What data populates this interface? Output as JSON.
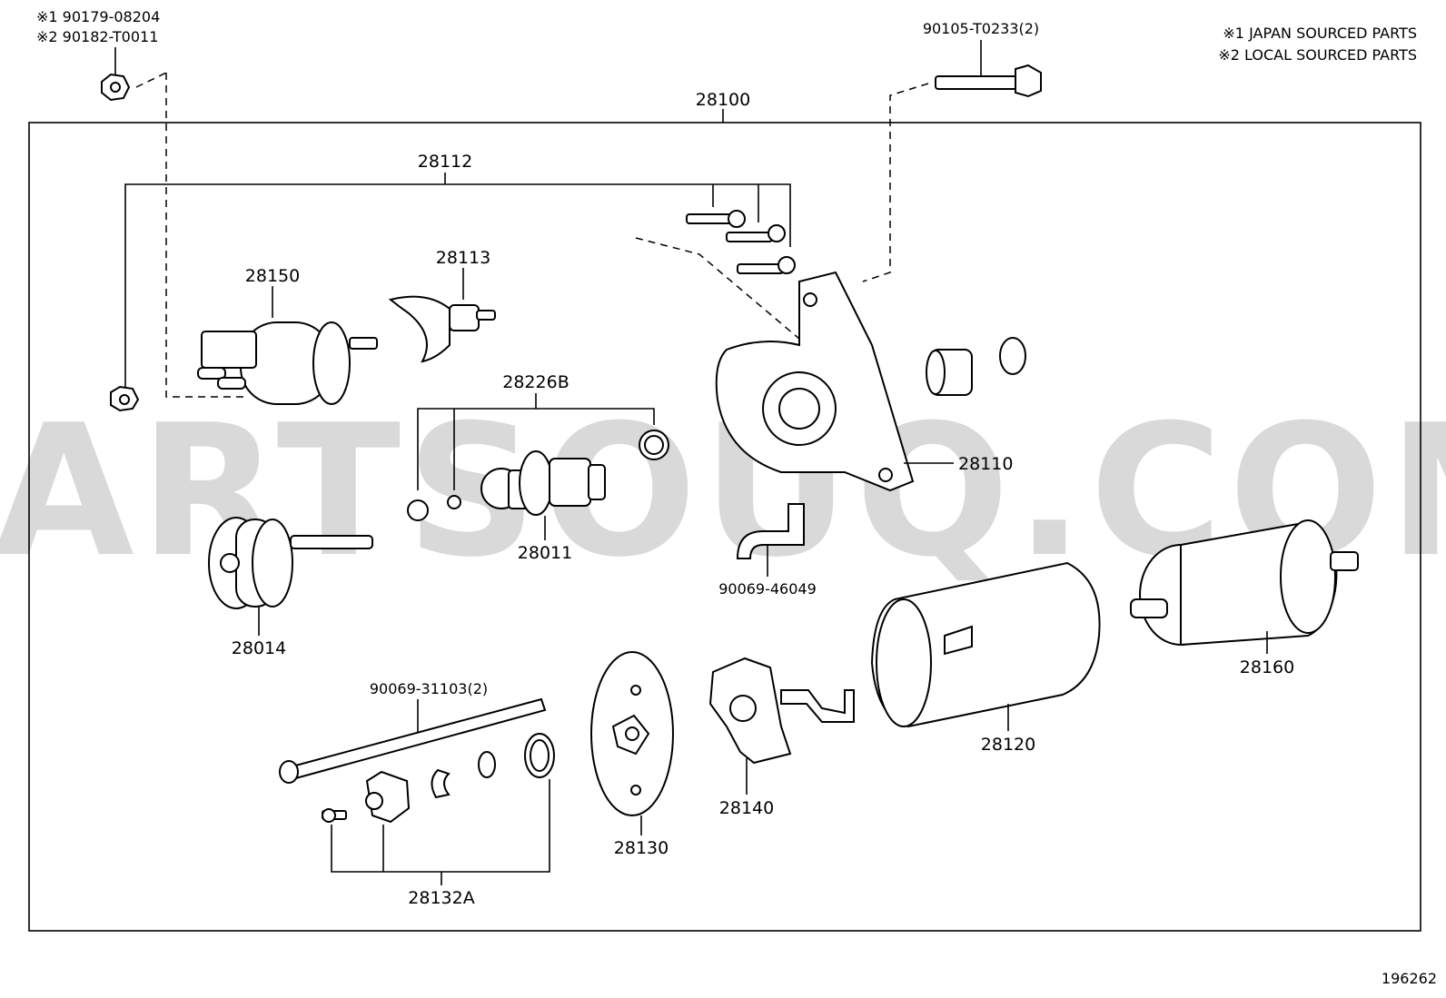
{
  "watermark": "PARTSOUQ.COM",
  "legend": {
    "note1": "※1 JAPAN SOURCED PARTS",
    "note2": "※2 LOCAL SOURCED PARTS"
  },
  "top_left_refs": {
    "ref1": "※1 90179-08204",
    "ref2": "※2 90182-T0011"
  },
  "figure_id": "196262",
  "parts": {
    "p90105": "90105-T0233(2)",
    "p28100": "28100",
    "p28112": "28112",
    "p28113": "28113",
    "p28150": "28150",
    "p28226B": "28226B",
    "p28011": "28011",
    "p28110": "28110",
    "p90069_46049": "90069-46049",
    "p28014": "28014",
    "p90069_31103": "90069-31103(2)",
    "p28130": "28130",
    "p28140": "28140",
    "p28120": "28120",
    "p28160": "28160",
    "p28132A": "28132A"
  }
}
